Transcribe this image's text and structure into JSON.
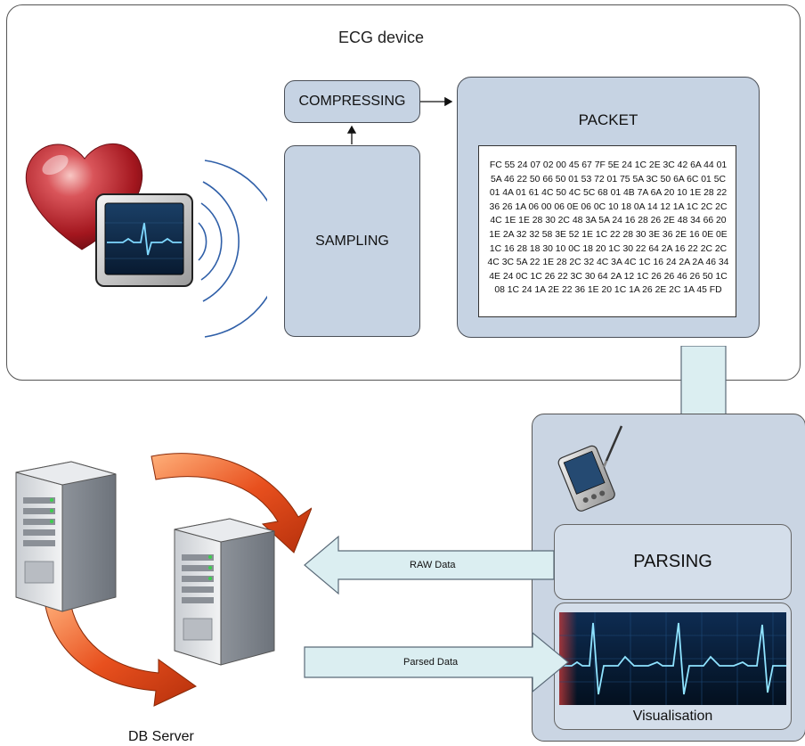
{
  "ecg_device": {
    "title": "ECG device",
    "compressing_label": "COMPRESSING",
    "sampling_label": "SAMPLING",
    "packet_title": "PACKET",
    "packet_hex": "FC 55 24 07 02 00 45 67 7F 5E 24 1C 2E 3C 42 6A 44 01 5A 46 22 50 66 50 01 53 72 01 75 5A 3C 50 6A 6C 01 5C 01 4A 01 61 4C 50 4C 5C 68 01 4B 7A 6A 20 10 1E 28 22 36 26 1A 06 00 06 0E 06 0C 10 18 0A 14 12 1A 1C 2C 2C 4C 1E 1E 28 30 2C 48 3A 5A 24 16 28 26 2E 48 34 66 20 1E 2A 32 32 58 3E 52 1E 1C 22 28 30 3E 36 2E 16 0E 0E 1C 16 28 18 30 10 0C 18 20 1C 30 22 64 2A 16 22 2C 2C 4C 3C 5A 22 1E 28 2C 32 4C 3A 4C 1C 16 24 2A 2A 46 34 4E 24 0C 1C 26 22 3C 30 64 2A 12 1C 26 26 46 26 50 1C 08 1C 24 1A 2E 22 36 1E 20 1C 1A 26 2E 2C 1A 45 FD"
  },
  "mobile_device": {
    "parsing_label": "PARSING",
    "visualisation_label": "Visualisation"
  },
  "flows": {
    "raw_data_label": "RAW Data",
    "parsed_data_label": "Parsed Data"
  },
  "db_server": {
    "label": "DB Server"
  },
  "colors": {
    "box_fill": "#c6d3e3",
    "arrow_fill": "#dbeef1",
    "cycle_arrow": "#e8501e",
    "heart": "#b8222a",
    "ecg_wave": "#7fd8ff"
  },
  "icons": [
    "heart-icon",
    "ecg-monitor-icon",
    "wireless-signal-icon",
    "pda-stylus-icon",
    "server-icon",
    "sync-cycle-arrows-icon",
    "ecg-waveform-display"
  ]
}
